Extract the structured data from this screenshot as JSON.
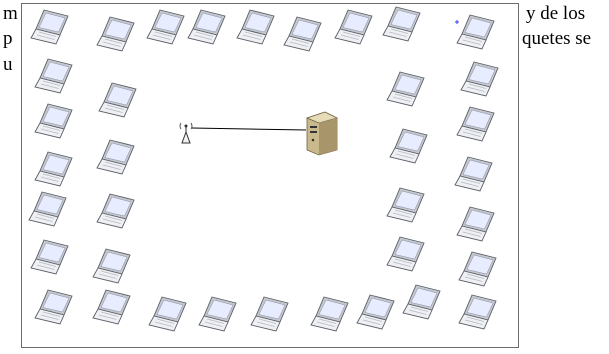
{
  "background_text": {
    "line_1_left": "m",
    "line_1_right": "y de los",
    "line_2_left": "p",
    "line_2_right": "quetes se",
    "line_3_left": "u"
  },
  "diagram": {
    "nodes": [
      {
        "type": "laptop-icon"
      },
      {
        "type": "access-point-icon"
      },
      {
        "type": "server-icon"
      }
    ],
    "colors": {
      "frame_border": "#6b6b6b",
      "laptop_body": "#c4c8ce",
      "laptop_screen": "#e8ecff",
      "link": "#000000",
      "marker": "#3a3aff"
    }
  }
}
